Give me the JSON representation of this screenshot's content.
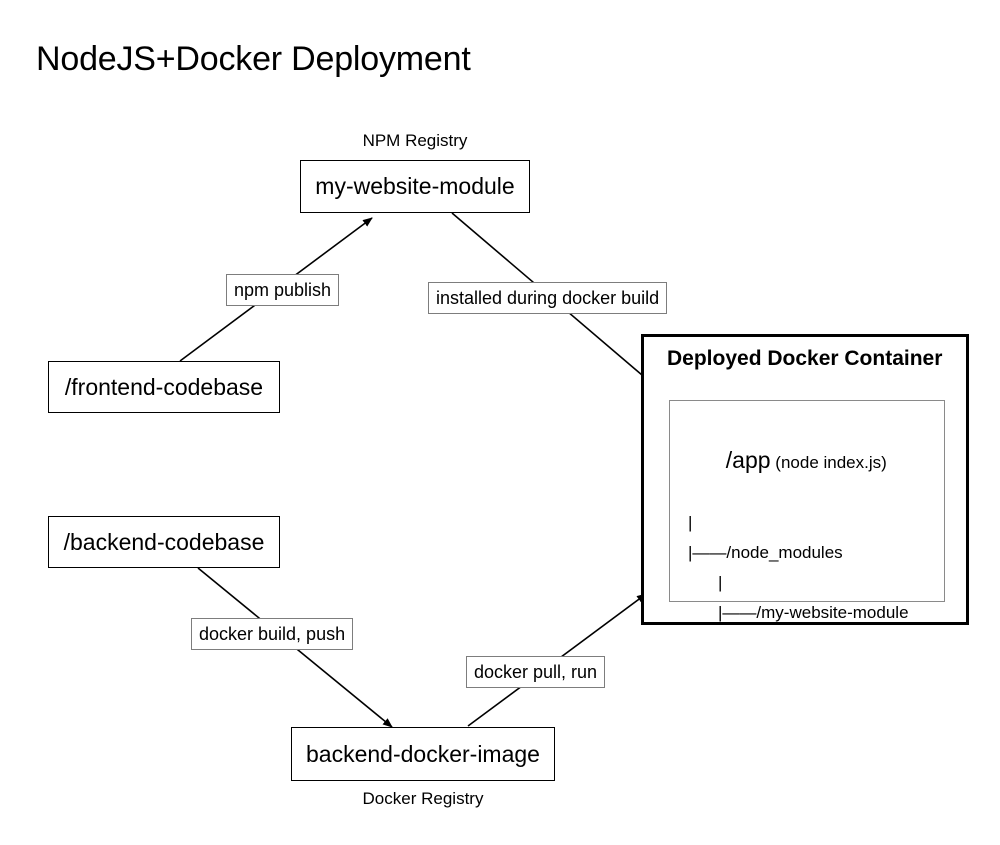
{
  "title": "NodeJS+Docker Deployment",
  "nodes": {
    "npm_registry_caption": "NPM Registry",
    "my_website_module": "my-website-module",
    "frontend_codebase": "/frontend-codebase",
    "backend_codebase": "/backend-codebase",
    "backend_docker_image": "backend-docker-image",
    "docker_registry_caption": "Docker Registry"
  },
  "edge_labels": {
    "npm_publish": "npm publish",
    "installed_during_docker_build": "installed during docker build",
    "docker_build_push": "docker build, push",
    "docker_pull_run": "docker pull, run"
  },
  "docker_container": {
    "title": "Deployed Docker Container",
    "tree": {
      "root_path": "/app",
      "root_note": "(node index.js)",
      "line_pipe_1": "|",
      "node_modules": "|——/node_modules",
      "line_pipe_2": "|",
      "my_website_module": "|——/my-website-module"
    }
  },
  "colors": {
    "background": "#ffffff",
    "stroke": "#000000",
    "label_border": "#7d7d7d",
    "inner_box_border": "#8a8a8a"
  }
}
